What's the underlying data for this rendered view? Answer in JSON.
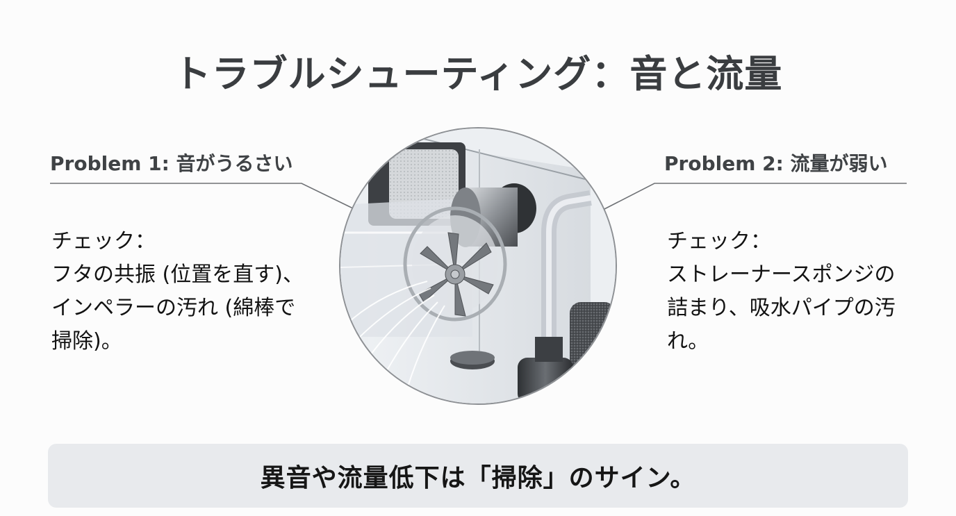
{
  "title": "トラブルシューティング：音と流量",
  "problems": [
    {
      "heading": "Problem 1: 音がうるさい",
      "check_label": "チェック：",
      "lines": [
        "フタの共振 (位置を直す)、",
        "インペラーの汚れ (綿棒で",
        "掃除)。"
      ]
    },
    {
      "heading": "Problem 2: 流量が弱い",
      "check_label": "チェック：",
      "lines": [
        "ストレーナースポンジの",
        "詰まり、吸水パイプの汚",
        "れ。"
      ]
    }
  ],
  "illustration": {
    "subject": "hang-on filter pump cutaway with impeller, motor, intake pipe and strainer sponge"
  },
  "banner": {
    "text": "異音や流量低下は「掃除」のサイン。"
  },
  "colors": {
    "title": "#3a3d40",
    "heading": "#3f4245",
    "body": "#121212",
    "leader_line": "#6e7175",
    "banner_bg": "#e8eaed",
    "background": "#fcfcfc"
  }
}
